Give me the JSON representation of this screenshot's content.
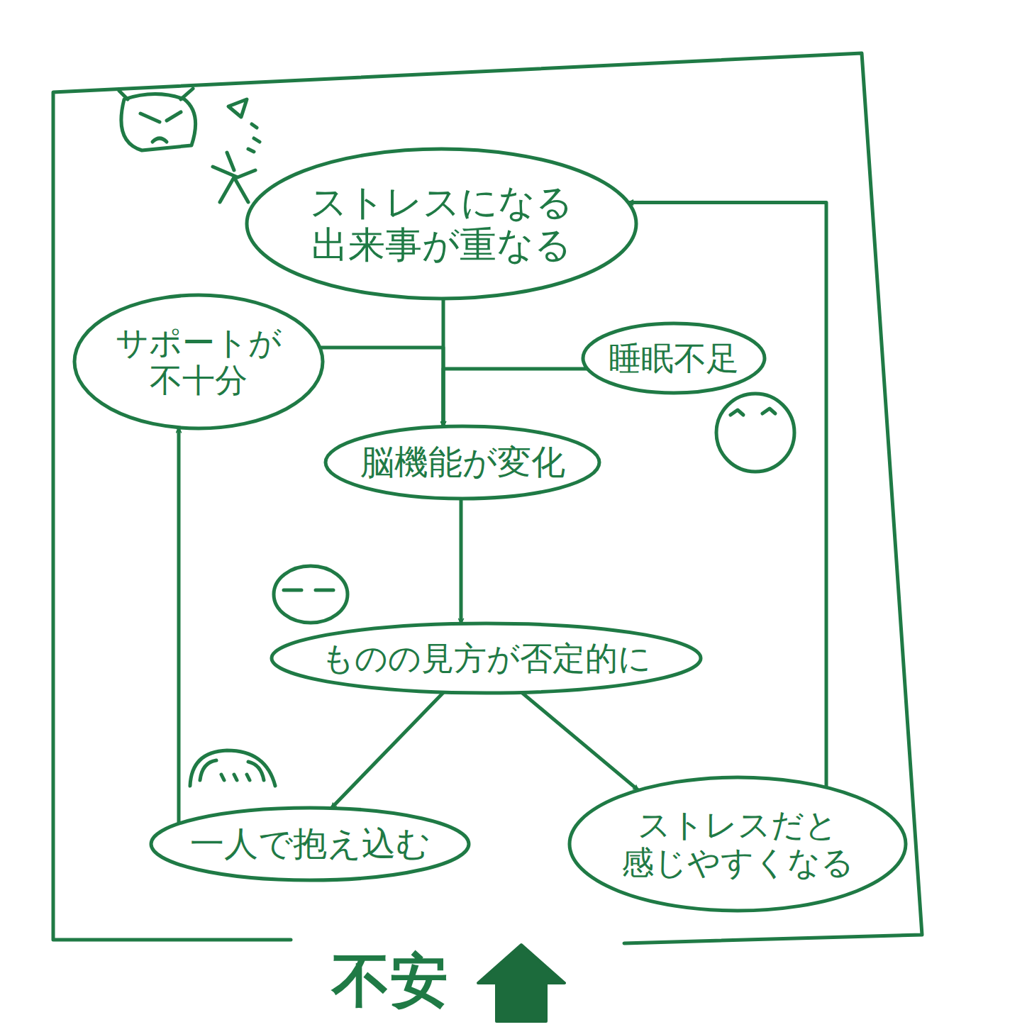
{
  "diagram": {
    "nodes": [
      {
        "text": [
          "ストレスになる 出来事が重なる"
        ]
      },
      {
        "text": [
          "サポートが 不十分"
        ]
      },
      {
        "text": [
          "睡眠不足"
        ]
      },
      {
        "text": [
          "脳機能が変化"
        ]
      },
      {
        "text": [
          "ものの見方が否定的に"
        ]
      },
      {
        "text": [
          "一人で抱え込む"
        ]
      },
      {
        "text": [
          "ストレスだと 感じやすくなる"
        ]
      }
    ],
    "edges": [
      {
        "from": 0,
        "to": 3,
        "arrow": "to"
      },
      {
        "from": 1,
        "to": 3,
        "arrow": "to"
      },
      {
        "from": 2,
        "to": 3,
        "arrow": "to"
      },
      {
        "from": 3,
        "to": 4,
        "arrow": "to"
      },
      {
        "from": 4,
        "to": 5,
        "arrow": "to"
      },
      {
        "from": 4,
        "to": 6,
        "arrow": "to"
      },
      {
        "from": 5,
        "to": 1,
        "arrow": "to"
      },
      {
        "from": 6,
        "to": 0,
        "arrow": "to"
      }
    ],
    "labels": [
      "不安"
    ]
  }
}
